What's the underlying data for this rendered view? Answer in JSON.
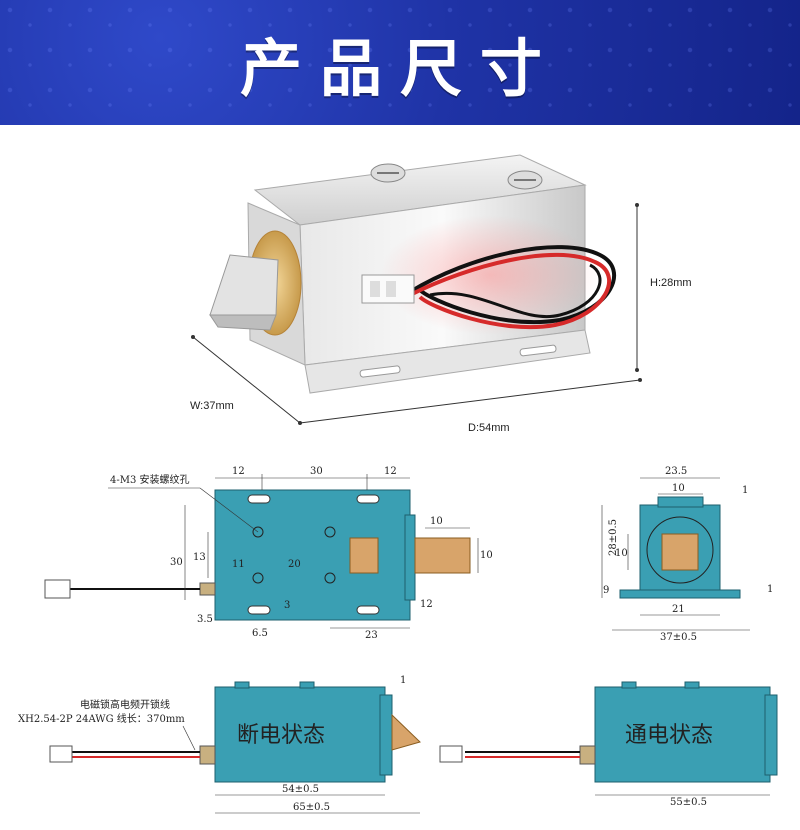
{
  "banner": {
    "title": "产品尺寸"
  },
  "photo": {
    "height_label": "H:28mm",
    "width_label": "W:37mm",
    "depth_label": "D:54mm"
  },
  "drawing_top": {
    "dims_top": [
      "12",
      "30",
      "12"
    ],
    "hole_label": "4-M3 安装螺纹孔",
    "dims_inner": [
      "30",
      "13",
      "11",
      "20",
      "3",
      "3.5",
      "6.5",
      "12",
      "23",
      "10",
      "10"
    ]
  },
  "drawing_front": {
    "dims": [
      "23.5",
      "10",
      "1",
      "28±0.5",
      "10",
      "9",
      "21",
      "37±0.5",
      "1"
    ]
  },
  "drawing_bottom": {
    "wire_label_1": "电磁锁高电频开锁线",
    "wire_label_2": "XH2.54-2P 24AWG 线长：370mm",
    "state_off": "断电状态",
    "state_on": "通电状态",
    "dim_off_1": "54±0.5",
    "dim_off_2": "65±0.5",
    "dim_on": "55±0.5",
    "dim_small": "1"
  },
  "colors": {
    "banner": "#1f33a6",
    "body_teal": "#3a9fb3",
    "brass": "#d8a46a",
    "wire_red": "#d62a2a"
  }
}
